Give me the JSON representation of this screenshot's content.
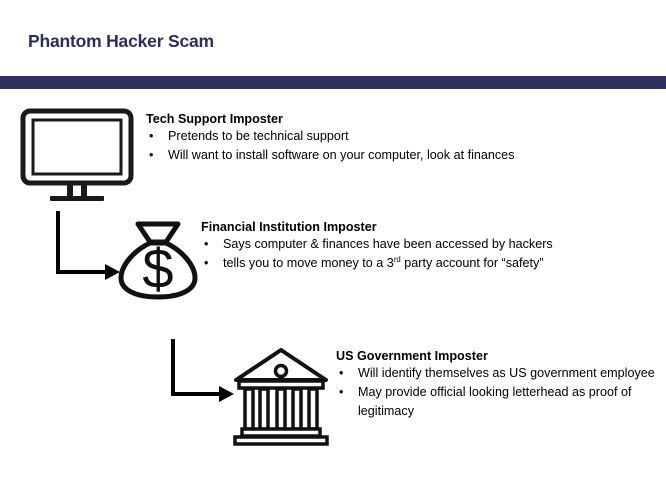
{
  "slide": {
    "title": "Phantom Hacker Scam",
    "title_color": "#2b2e5c",
    "rule_color": "#2e3160",
    "background_color": "#ffffff"
  },
  "sections": [
    {
      "id": "tech-support",
      "heading": "Tech Support Imposter",
      "icon": "computer-monitor-icon",
      "bullets": [
        "Pretends to be technical support",
        "Will want to install software on your computer, look at finances"
      ]
    },
    {
      "id": "financial-institution",
      "heading": "Financial Institution Imposter",
      "icon": "money-bag-icon",
      "bullets": [
        "Says computer & finances have been accessed by hackers",
        "tells you to move money to a 3rd party account for “safety”"
      ],
      "bullet_2_html": "tells you to move money to a 3<sup>rd</sup> party account for “safety”"
    },
    {
      "id": "us-government",
      "heading": "US Government Imposter",
      "icon": "bank-building-icon",
      "bullets": [
        "Will identify themselves as US government employee",
        "May provide official looking letterhead as proof of legitimacy"
      ]
    }
  ],
  "connectors": [
    {
      "id": "arrow-monitor-to-moneybag",
      "shape": "elbow-down-right"
    },
    {
      "id": "arrow-moneybag-to-bank",
      "shape": "elbow-down-right"
    }
  ],
  "bullet_glyph": "•"
}
